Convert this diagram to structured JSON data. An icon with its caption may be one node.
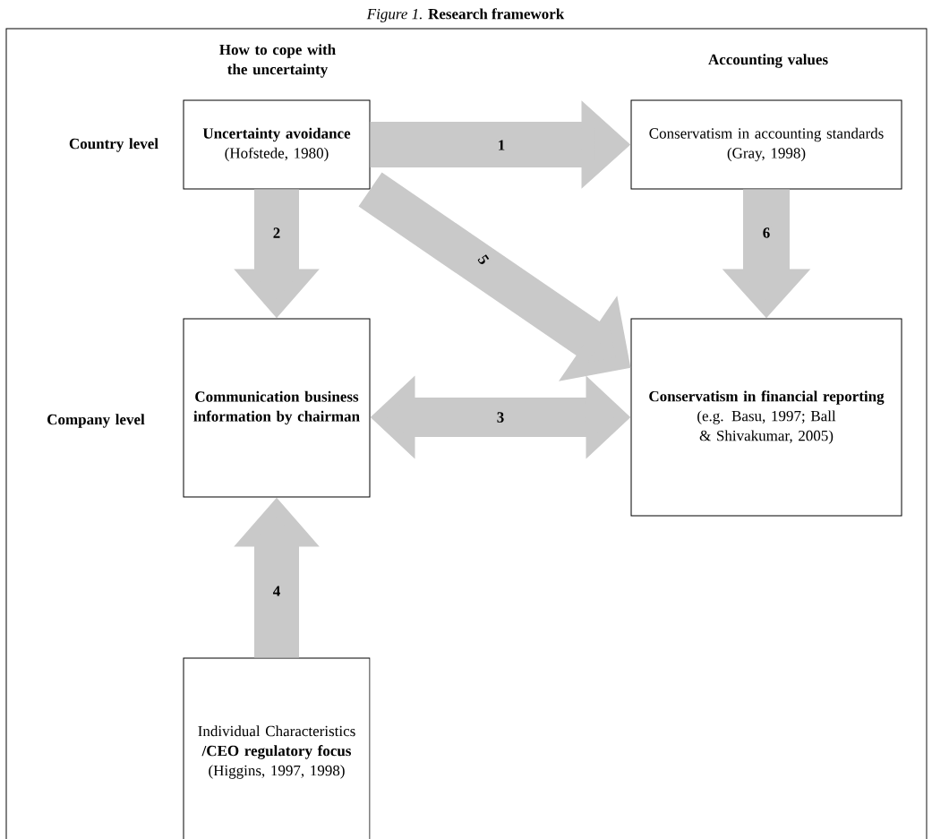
{
  "diagram": {
    "title": "*Figure 1.* **Research framework**",
    "nodes": [
      {
        "text": [
          "Uncertainty avoidance",
          "(Hofstede, 1980)"
        ]
      },
      {
        "text": [
          "Conservatism in accounting standards",
          "(Gray, 1998)"
        ]
      },
      {
        "text": [
          "Communication business information by chairman"
        ]
      },
      {
        "text": [
          "Conservatism in financial reporting",
          "(e.g. Basu, 1997; Ball & Shivakumar, 2005)"
        ]
      },
      {
        "text": [
          "Individual Characteristics",
          "/CEO regulatory focus",
          "(Higgins, 1997, 1998)"
        ]
      }
    ],
    "edges": [
      {
        "from": 0,
        "to": 1,
        "arrow": "to",
        "label": "1"
      },
      {
        "from": 0,
        "to": 2,
        "arrow": "to",
        "label": "2"
      },
      {
        "from": 2,
        "to": 3,
        "arrow": "both",
        "label": "3"
      },
      {
        "from": 4,
        "to": 2,
        "arrow": "to",
        "label": "4"
      },
      {
        "from": 0,
        "to": 3,
        "arrow": "to",
        "label": "5"
      },
      {
        "from": 1,
        "to": 3,
        "arrow": "to",
        "label": "6"
      }
    ],
    "labels": [
      "How to cope with the uncertainty",
      "Accounting values",
      "Country level",
      "Company level"
    ]
  }
}
